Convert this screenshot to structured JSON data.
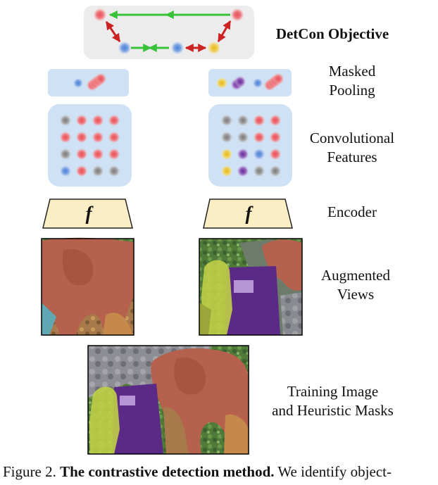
{
  "objective_label": "DetCon Objective",
  "stages": [
    {
      "key": "pooling",
      "lines": [
        "Masked",
        "Pooling"
      ]
    },
    {
      "key": "features",
      "lines": [
        "Convolutional",
        "Features"
      ]
    },
    {
      "key": "encoder",
      "lines": [
        "Encoder"
      ]
    },
    {
      "key": "views",
      "lines": [
        "Augmented",
        "Views"
      ]
    },
    {
      "key": "training",
      "lines": [
        "Training Image",
        "and Heuristic Masks"
      ]
    }
  ],
  "encoder_symbol": "f",
  "feature_grids": {
    "left": [
      [
        "gray",
        "red",
        "red",
        "red"
      ],
      [
        "red",
        "red",
        "red",
        "red"
      ],
      [
        "gray",
        "red",
        "red",
        "red"
      ],
      [
        "blue",
        "red",
        "gray",
        "gray"
      ]
    ],
    "right": [
      [
        "gray",
        "gray",
        "red",
        "red"
      ],
      [
        "gray",
        "gray",
        "red",
        "red"
      ],
      [
        "yellow",
        "purple",
        "blue",
        "red"
      ],
      [
        "yellow",
        "purple",
        "gray",
        "gray"
      ]
    ]
  },
  "colors": {
    "red": "#e8505a",
    "blue": "#5c8fe0",
    "gray": "#8c8c8c",
    "yellow": "#e6c22e",
    "purple": "#7a3ea8",
    "panel": "#cfe2f5",
    "objective_bg": "#ececec",
    "encoder_fill": "#fbeec4",
    "arrow_green": "#38c23a",
    "arrow_red": "#cc2222"
  },
  "caption": {
    "prefix": "Figure 2. ",
    "bold": "The contrastive detection method.",
    "suffix": " We identify object-"
  }
}
